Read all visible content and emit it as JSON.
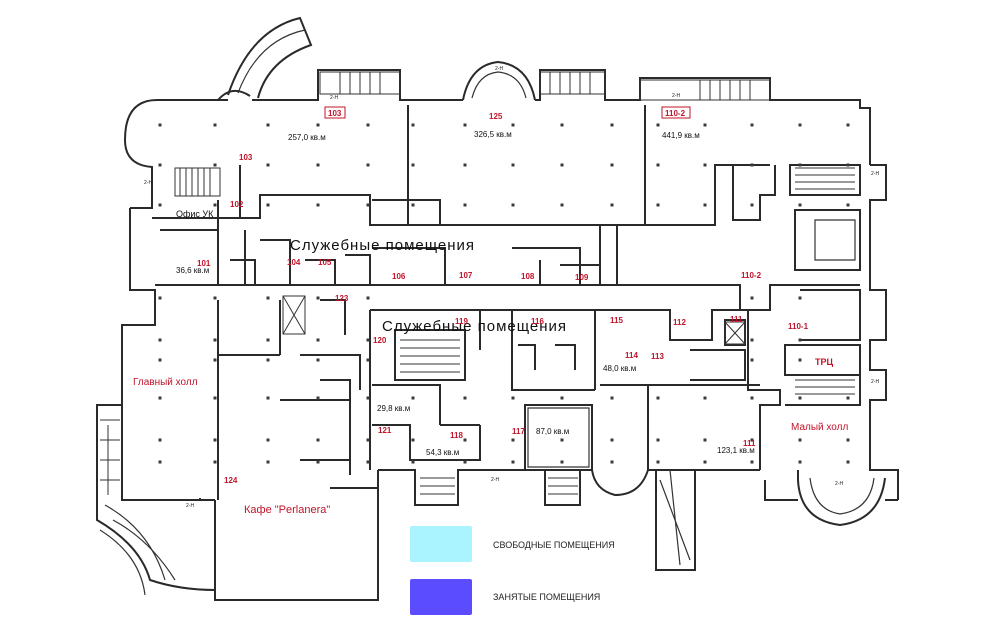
{
  "plan": {
    "service_label_1": "Служебные помещения",
    "service_label_2": "Служебные помещения",
    "office_uk": "Офис УК",
    "main_hall": "Главный холл",
    "small_hall": "Малый холл",
    "cafe": "Кафе \"Perlanera\"",
    "trc": "ТРЦ",
    "stair_mark": "2-Н",
    "rooms": {
      "r103a": "103",
      "r125": "125",
      "r110_2a": "110-2",
      "r103b": "103",
      "r102": "102",
      "r101": "101",
      "r104": "104",
      "r105": "105",
      "r106": "106",
      "r107": "107",
      "r108": "108",
      "r109": "109",
      "r110_2b": "110-2",
      "r123": "123",
      "r119": "119",
      "r116": "116",
      "r115": "115",
      "r112": "112",
      "r111a": "111",
      "r110_1": "110-1",
      "r120": "120",
      "r114": "114",
      "r113": "113",
      "r121": "121",
      "r118": "118",
      "r117": "117",
      "r111b": "111",
      "r124": "124"
    },
    "areas": {
      "a257": "257,0 кв.м",
      "a326": "326,5 кв.м",
      "a441": "441,9 кв.м",
      "a36": "36,6 кв.м",
      "a29": "29,8 кв.м",
      "a54": "54,3 кв.м",
      "a87": "87,0 кв.м",
      "a48": "48,0 кв.м",
      "a123": "123,1 кв.м"
    }
  },
  "legend": {
    "free_label": "СВОБОДНЫЕ ПОМЕЩЕНИЯ",
    "free_color": "#a9f4ff",
    "occupied_label": "ЗАНЯТЫЕ ПОМЕЩЕНИЯ",
    "occupied_color": "#5b4cff"
  }
}
